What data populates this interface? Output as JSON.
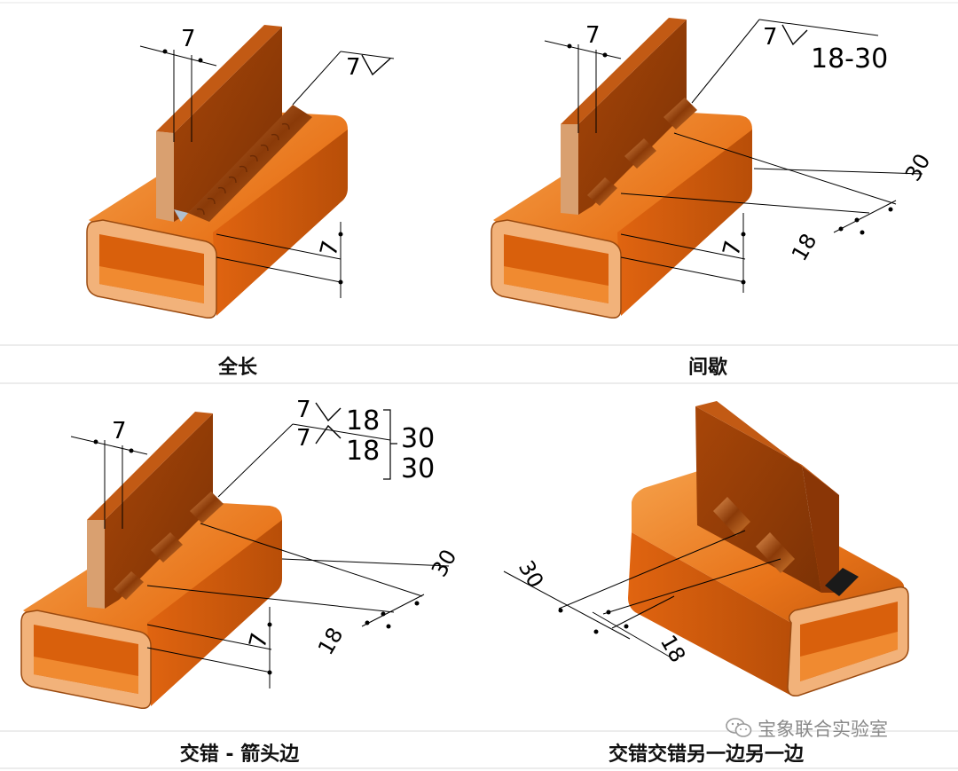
{
  "panels": [
    {
      "caption": "全长",
      "dim_thickness": "7",
      "weld_size": "7",
      "base_dim": "7"
    },
    {
      "caption": "间歇",
      "dim_thickness": "7",
      "weld_size": "7",
      "weld_pitch": "18-30",
      "base_dim": "7",
      "length": "18",
      "pitch": "30"
    },
    {
      "caption": "交错 - 箭头边",
      "dim_thickness": "7",
      "weld_size_a": "7",
      "weld_size_b": "7",
      "len_a": "18",
      "len_b": "18",
      "pitch_a": "30",
      "pitch_b": "30",
      "base_dim": "7",
      "length": "18",
      "pitch": "30"
    },
    {
      "caption": "交错交错另一边另一边",
      "pitch": "30",
      "length": "18"
    }
  ],
  "watermark": {
    "text": "宝象联合实验室",
    "icon": "wechat-icon"
  },
  "colors": {
    "steel": "#e86a10",
    "steel_light": "#f39a3c",
    "steel_dark": "#a84a08",
    "plate": "#9e3e06",
    "plate_side": "#d4935a",
    "weld": "#b65a14"
  }
}
